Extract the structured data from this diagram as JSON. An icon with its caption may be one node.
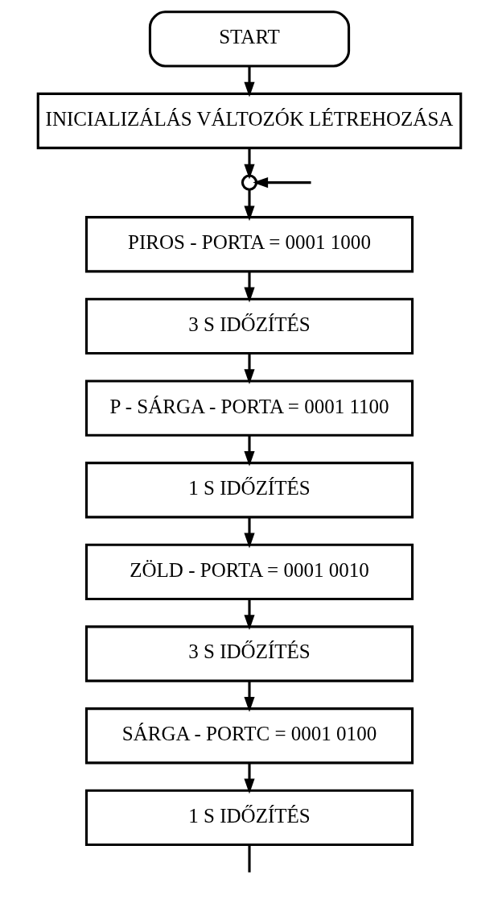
{
  "diagram": {
    "nodes": [
      {
        "text": [
          "START"
        ]
      },
      {
        "text": [
          "INICIALIZÁLÁS VÁLTOZÓK LÉTREHOZÁSA"
        ]
      },
      {
        "text": [],
        "shape": "circle"
      },
      {
        "text": [
          "PIROS - PORTA = 0001 1000"
        ]
      },
      {
        "text": [
          "3 S IDŐZÍTÉS"
        ]
      },
      {
        "text": [
          "P - SÁRGA - PORTA = 0001 1100"
        ]
      },
      {
        "text": [
          "1 S IDŐZÍTÉS"
        ]
      },
      {
        "text": [
          "ZÖLD - PORTA = 0001 0010"
        ]
      },
      {
        "text": [
          "3 S IDŐZÍTÉS"
        ]
      },
      {
        "text": [
          "SÁRGA - PORTC = 0001 0100"
        ]
      },
      {
        "text": [
          "1 S IDŐZÍTÉS"
        ]
      }
    ],
    "edges": [
      {
        "from": 0,
        "to": 1,
        "arrow": "to"
      },
      {
        "from": 1,
        "to": 2,
        "arrow": "to"
      },
      {
        "from": null,
        "to": 2,
        "arrow": "to"
      },
      {
        "from": 2,
        "to": 3,
        "arrow": "to"
      },
      {
        "from": 3,
        "to": 4,
        "arrow": "to"
      },
      {
        "from": 4,
        "to": 5,
        "arrow": "to"
      },
      {
        "from": 5,
        "to": 6,
        "arrow": "to"
      },
      {
        "from": 6,
        "to": 7,
        "arrow": "to"
      },
      {
        "from": 7,
        "to": 8,
        "arrow": "to"
      },
      {
        "from": 8,
        "to": 9,
        "arrow": "to"
      },
      {
        "from": 9,
        "to": 10,
        "arrow": "to"
      },
      {
        "from": 10,
        "to": null,
        "arrow": "none"
      }
    ]
  }
}
